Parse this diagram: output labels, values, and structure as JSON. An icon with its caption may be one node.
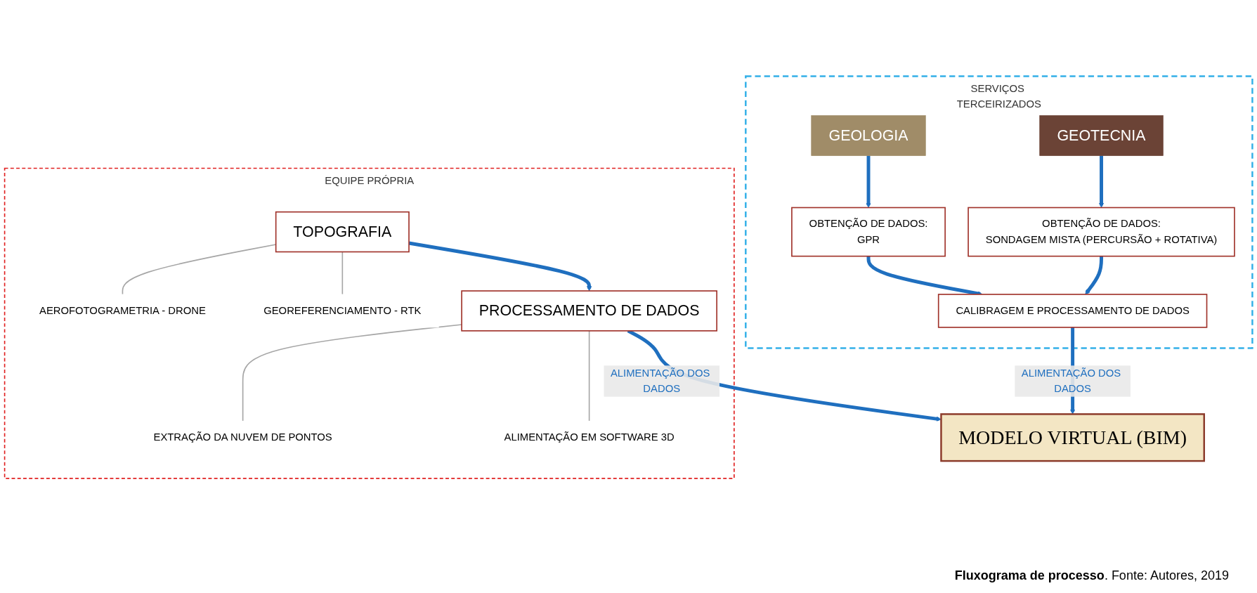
{
  "diagram": {
    "caption": "**Fluxograma de processo**. Fonte: Autores, 2019",
    "nodes": [
      {
        "text": [
          "EQUIPE PRÓPRIA"
        ]
      },
      {
        "text": [
          "TOPOGRAFIA"
        ],
        "in": 0
      },
      {
        "text": [
          "AEROFOTOGRAMETRIA - DRONE"
        ],
        "in": 0
      },
      {
        "text": [
          "GEOREFERENCIAMENTO - RTK"
        ],
        "in": 0
      },
      {
        "text": [
          "PROCESSAMENTO DE DADOS"
        ],
        "in": 0
      },
      {
        "text": [
          "EXTRAÇÃO DA NUVEM DE PONTOS"
        ],
        "in": 0
      },
      {
        "text": [
          "ALIMENTAÇÃO EM SOFTWARE 3D"
        ],
        "in": 0
      },
      {
        "text": [
          "SERVIÇOS TERCEIRIZADOS"
        ]
      },
      {
        "text": [
          "GEOLOGIA"
        ],
        "in": 7
      },
      {
        "text": [
          "GEOTECNIA"
        ],
        "in": 7
      },
      {
        "text": [
          "OBTENÇÃO DE DADOS:",
          "GPR"
        ],
        "in": 7
      },
      {
        "text": [
          "OBTENÇÃO DE DADOS:",
          "SONDAGEM MISTA (PERCURSÃO + ROTATIVA)"
        ],
        "in": 7
      },
      {
        "text": [
          "CALIBRAGEM E PROCESSAMENTO DE DADOS"
        ],
        "in": 7
      },
      {
        "text": [
          "MODELO VIRTUAL (BIM)"
        ]
      }
    ],
    "edges": [
      {
        "from": 1,
        "to": 2,
        "arrow": "none",
        "color": "#a6a6a6"
      },
      {
        "from": 1,
        "to": 3,
        "arrow": "none",
        "color": "#a6a6a6"
      },
      {
        "from": 1,
        "to": 4,
        "arrow": "to"
      },
      {
        "from": 4,
        "to": 5,
        "arrow": "none",
        "color": "#a6a6a6"
      },
      {
        "from": 4,
        "to": 6,
        "arrow": "none",
        "color": "#a6a6a6"
      },
      {
        "from": 4,
        "to": 13,
        "arrow": "to",
        "label": "ALIMENTAÇÃO DOS DADOS"
      },
      {
        "from": 8,
        "to": 10,
        "arrow": "to"
      },
      {
        "from": 9,
        "to": 11,
        "arrow": "to"
      },
      {
        "from": 10,
        "to": 12,
        "arrow": "to"
      },
      {
        "from": 11,
        "to": 12,
        "arrow": "to"
      },
      {
        "from": 12,
        "to": 13,
        "arrow": "to",
        "label": "ALIMENTAÇÃO DOS DADOS"
      }
    ]
  }
}
